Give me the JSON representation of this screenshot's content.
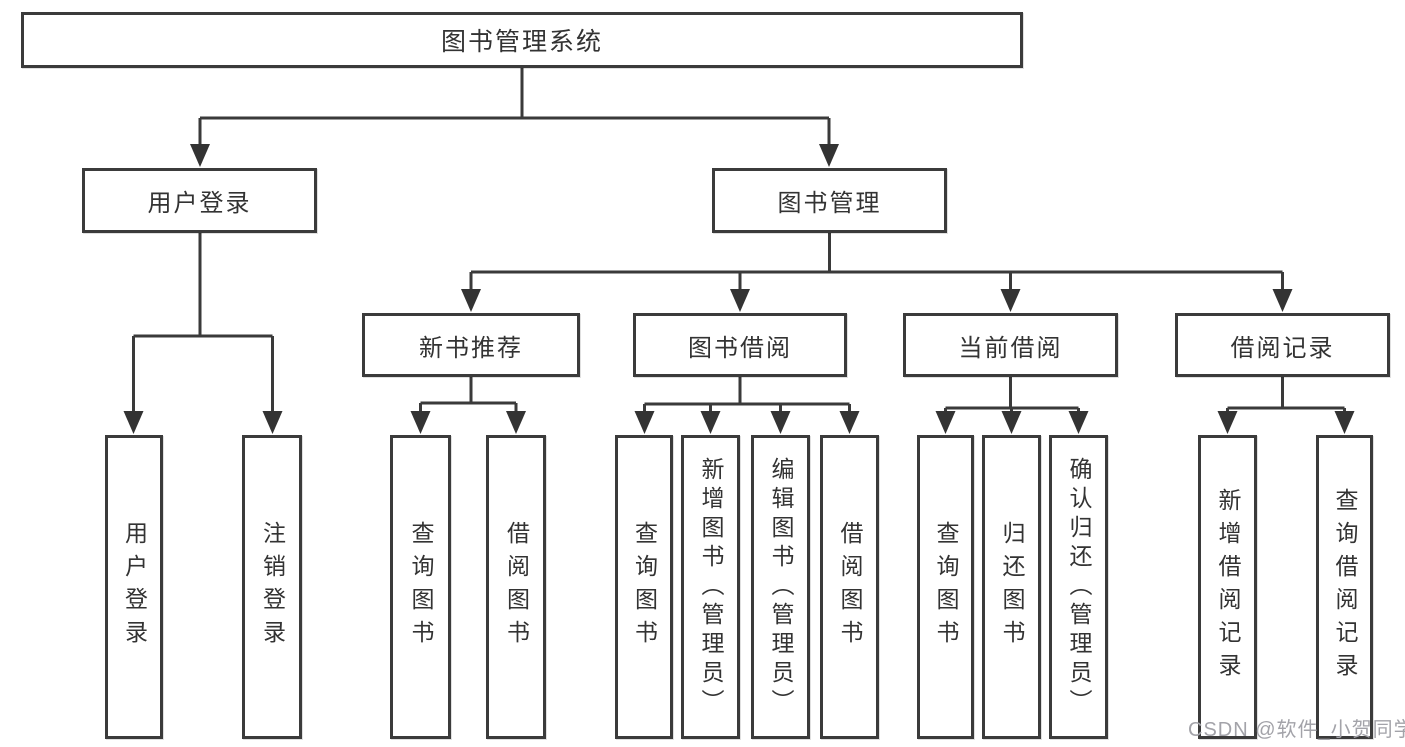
{
  "tree": {
    "root": "图书管理系统",
    "children": [
      {
        "label": "用户登录",
        "children": [
          "用户登录",
          "注销登录"
        ]
      },
      {
        "label": "图书管理",
        "children": [
          {
            "label": "新书推荐",
            "children": [
              "查询图书",
              "借阅图书"
            ]
          },
          {
            "label": "图书借阅",
            "children": [
              "查询图书",
              "新增图书（管理员）",
              "编辑图书（管理员）",
              "借阅图书"
            ]
          },
          {
            "label": "当前借阅",
            "children": [
              "查询图书",
              "归还图书",
              "确认归还（管理员）"
            ]
          },
          {
            "label": "借阅记录",
            "children": [
              "新增借阅记录",
              "查询借阅记录"
            ]
          }
        ]
      }
    ]
  },
  "watermark": {
    "text": "CSDN @软件_小贺同学"
  },
  "colors": {
    "line": "#3a3a3a",
    "box_border": "#3b3b3b",
    "text": "#333333",
    "watermark": "#a3a3a9",
    "background": "#ffffff"
  }
}
